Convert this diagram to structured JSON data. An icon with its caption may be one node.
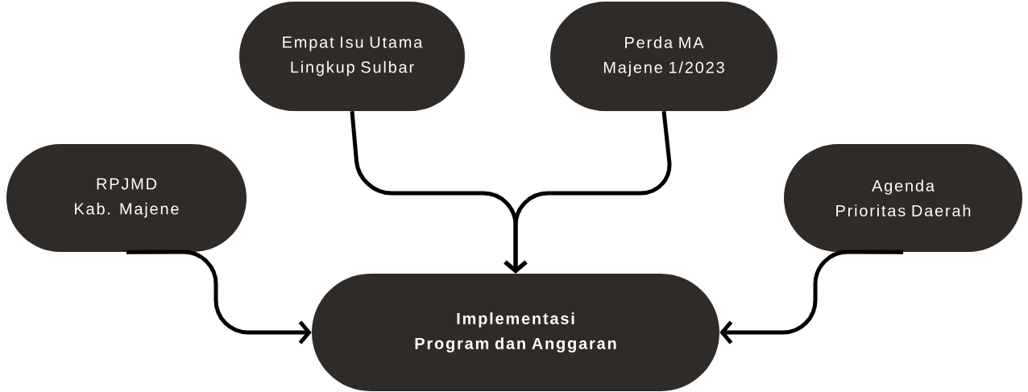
{
  "diagram": {
    "nodes": [
      {
        "text": [
          "Empat Isu Utama Lingkup Sulbar"
        ]
      },
      {
        "text": [
          "Perda MA Majene 1/2023"
        ]
      },
      {
        "text": [
          "RPJMD Kab. Majene"
        ]
      },
      {
        "text": [
          "Agenda Prioritas Daerah"
        ]
      },
      {
        "text": [
          "Implementasi",
          "Program dan Anggaran"
        ]
      }
    ],
    "edges": [
      {
        "from": 0,
        "to": 4,
        "arrow": "to"
      },
      {
        "from": 1,
        "to": 4,
        "arrow": "to"
      },
      {
        "from": 2,
        "to": 4,
        "arrow": "to"
      },
      {
        "from": 3,
        "to": 4,
        "arrow": "to"
      }
    ]
  }
}
